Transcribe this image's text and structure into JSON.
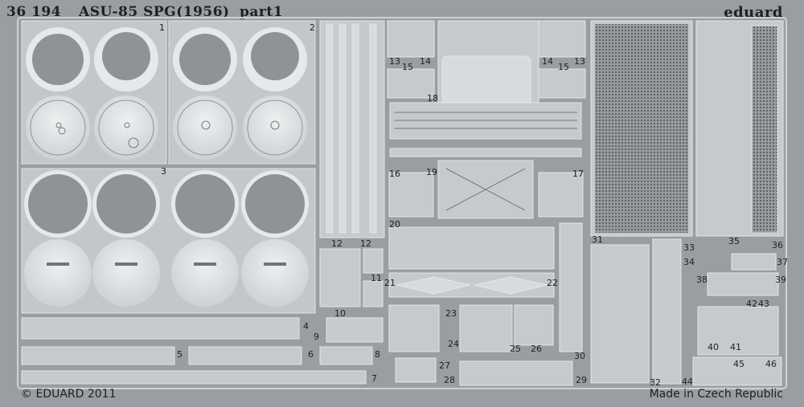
{
  "header": {
    "code": "36 194",
    "title": "ASU-85 SPG(1956)",
    "part": "part1",
    "brand": "eduard"
  },
  "footer": {
    "copyright": "© EDUARD 2011",
    "origin": "Made in Czech Republic"
  },
  "part_numbers": [
    "1",
    "2",
    "3",
    "4",
    "5",
    "6",
    "7",
    "8",
    "9",
    "10",
    "11",
    "12",
    "12",
    "13",
    "13",
    "14",
    "14",
    "15",
    "15",
    "16",
    "17",
    "18",
    "19",
    "20",
    "21",
    "22",
    "23",
    "24",
    "25",
    "26",
    "27",
    "28",
    "29",
    "30",
    "31",
    "32",
    "33",
    "34",
    "35",
    "36",
    "37",
    "38",
    "39",
    "40",
    "41",
    "42",
    "43",
    "44",
    "45",
    "46"
  ],
  "colors": {
    "sheet": "#9a9ea2",
    "frame": "#d4d7da",
    "part": "#c4c8cb",
    "part_light": "#e2e4e6",
    "dark": "#55595d",
    "text": "#1e1f21"
  }
}
